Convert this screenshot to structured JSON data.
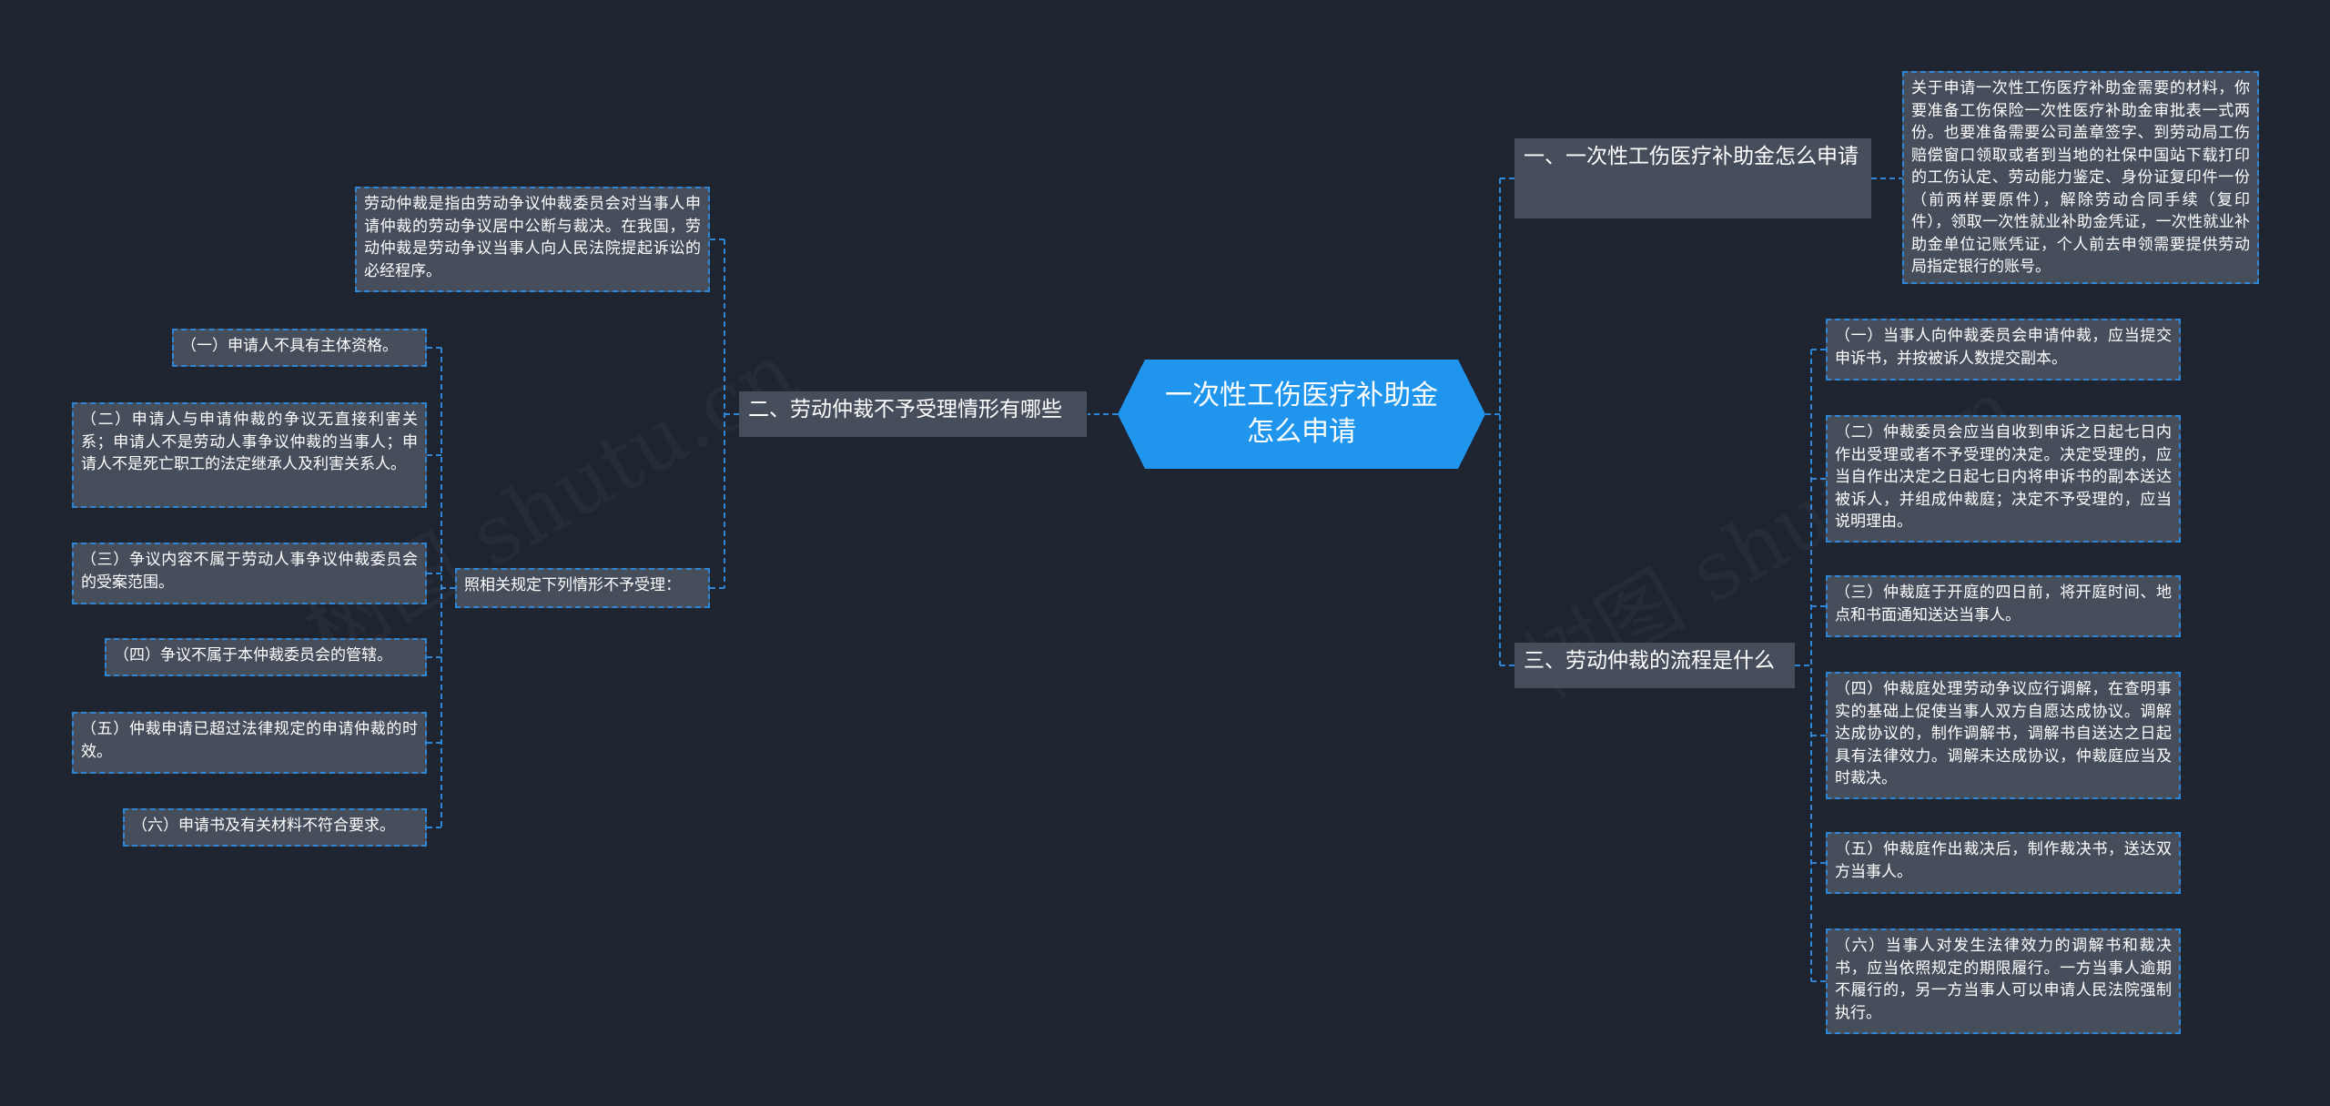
{
  "center": {
    "title": "一次性工伤医疗补助金怎么申请"
  },
  "watermarks": [
    "树图 shutu.cn",
    "树图 shutu.cn"
  ],
  "branch1": {
    "title": "一、一次性工伤医疗补助金怎么申请",
    "detail": "关于申请一次性工伤医疗补助金需要的材料，你要准备工伤保险一次性医疗补助金审批表一式两份。也要准备需要公司盖章签字、到劳动局工伤赔偿窗口领取或者到当地的社保中国站下载打印的工伤认定、劳动能力鉴定、身份证复印件一份（前两样要原件），解除劳动合同手续（复印件），领取一次性就业补助金凭证，一次性就业补助金单位记账凭证，个人前去申领需要提供劳动局指定银行的账号。"
  },
  "branch2": {
    "title": "二、劳动仲裁不予受理情形有哪些",
    "intro": "劳动仲裁是指由劳动争议仲裁委员会对当事人申请仲裁的劳动争议居中公断与裁决。在我国，劳动仲裁是劳动争议当事人向人民法院提起诉讼的必经程序。",
    "rule": "照相关规定下列情形不予受理：",
    "items": [
      "（一）申请人不具有主体资格。",
      "（二）申请人与申请仲裁的争议无直接利害关系；申请人不是劳动人事争议仲裁的当事人；申请人不是死亡职工的法定继承人及利害关系人。",
      "（三）争议内容不属于劳动人事争议仲裁委员会的受案范围。",
      "（四）争议不属于本仲裁委员会的管辖。",
      "（五）仲裁申请已超过法律规定的申请仲裁的时效。",
      "（六）申请书及有关材料不符合要求。"
    ]
  },
  "branch3": {
    "title": "三、劳动仲裁的流程是什么",
    "items": [
      "（一）当事人向仲裁委员会申请仲裁，应当提交申诉书，并按被诉人数提交副本。",
      "（二）仲裁委员会应当自收到申诉之日起七日内作出受理或者不予受理的决定。决定受理的，应当自作出决定之日起七日内将申诉书的副本送达被诉人，并组成仲裁庭；决定不予受理的，应当说明理由。",
      "（三）仲裁庭于开庭的四日前，将开庭时间、地点和书面通知送达当事人。",
      "（四）仲裁庭处理劳动争议应行调解，在查明事实的基础上促使当事人双方自愿达成协议。调解达成协议的，制作调解书，调解书自送达之日起具有法律效力。调解未达成协议，仲裁庭应当及时裁决。",
      "（五）仲裁庭作出裁决后，制作裁决书，送达双方当事人。",
      "（六）当事人对发生法律效力的调解书和裁决书，应当依照规定的期限履行。一方当事人逾期不履行的，另一方当事人可以申请人民法院强制执行。"
    ]
  },
  "colors": {
    "background": "#1e2430",
    "node": "#464d5b",
    "center": "#1f95ee",
    "line": "#2f86d6"
  }
}
